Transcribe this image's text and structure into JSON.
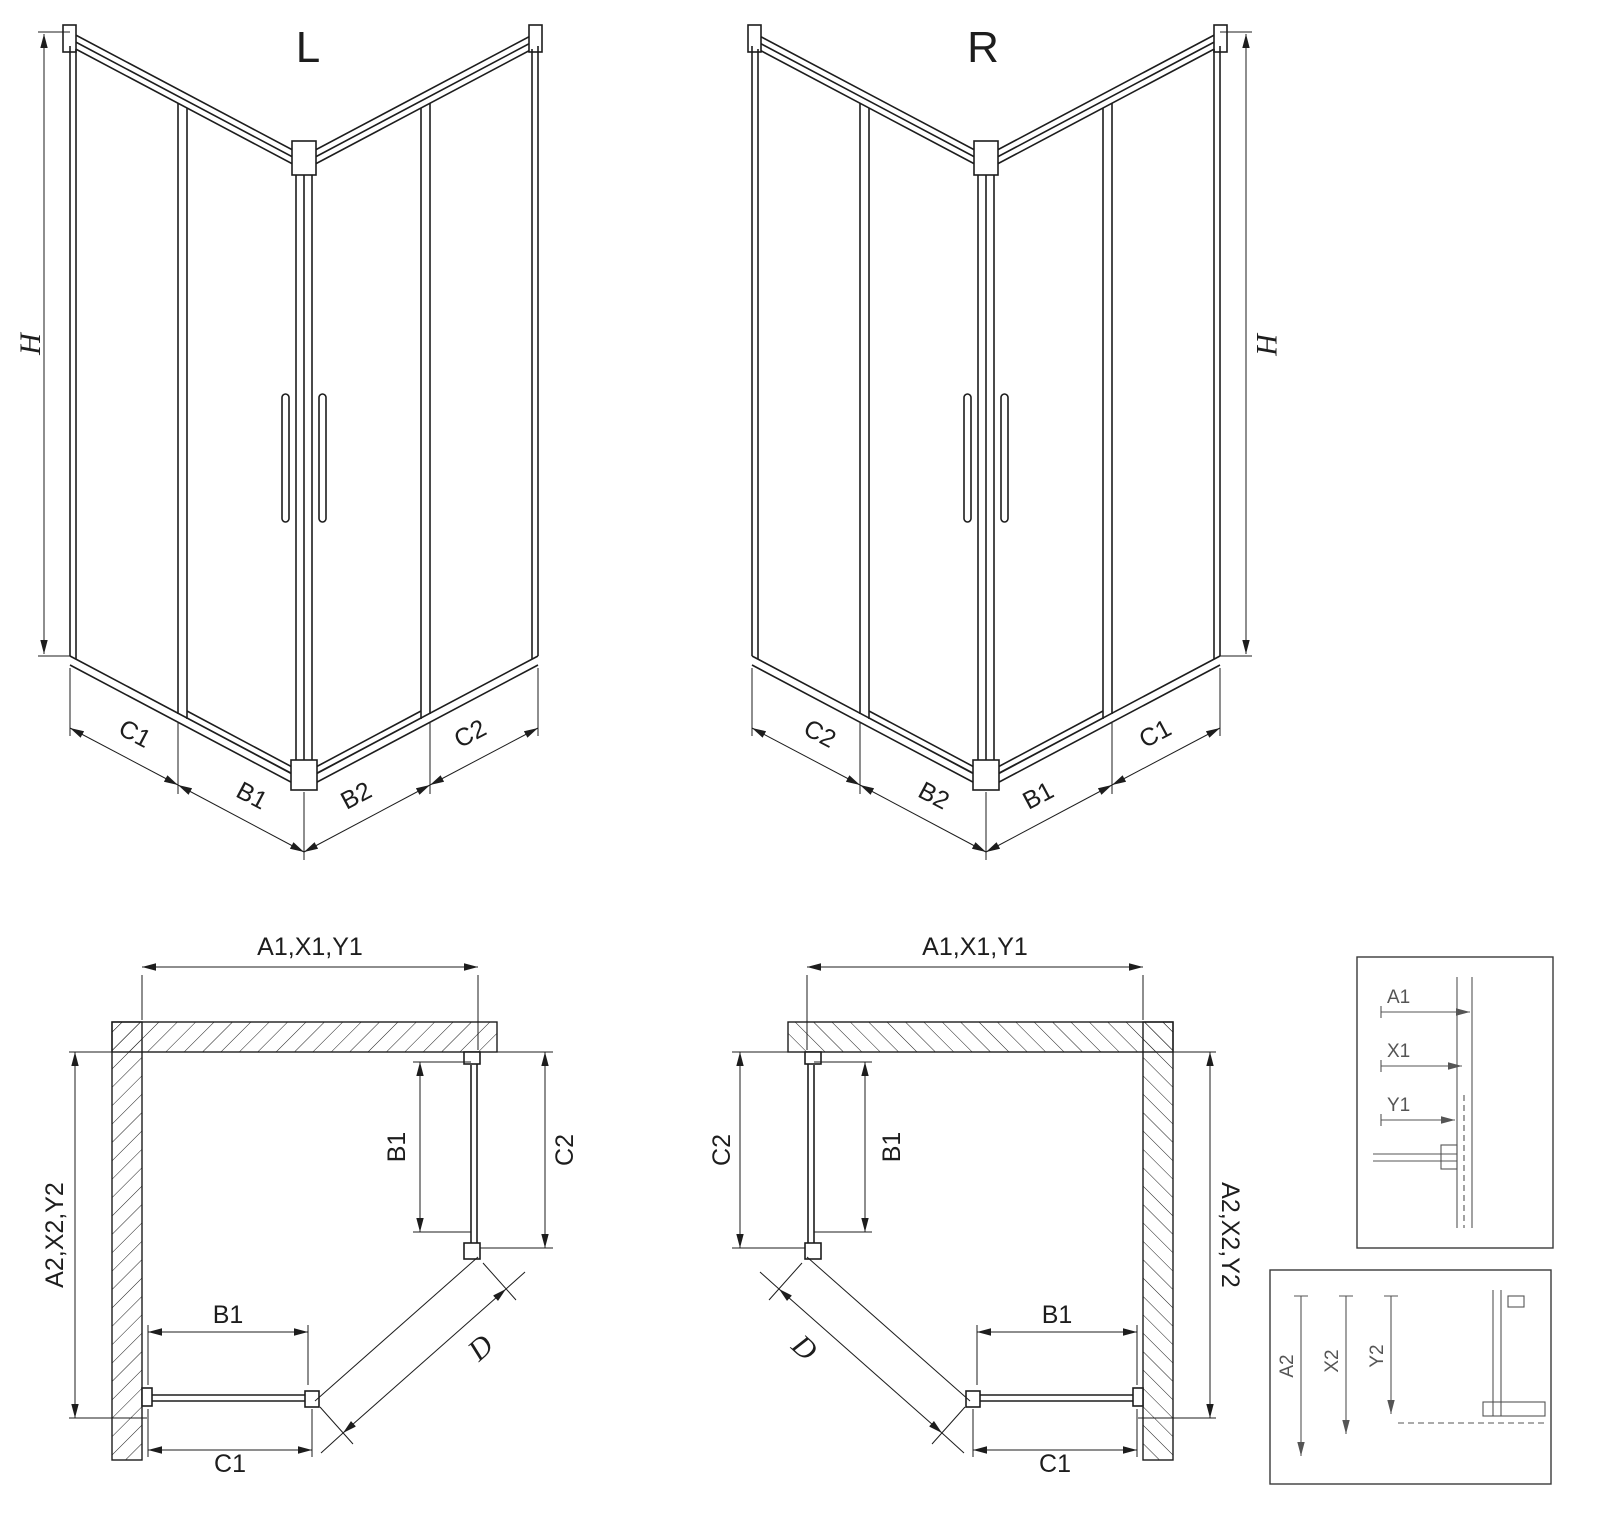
{
  "drawing": {
    "iso_left": {
      "title": "L",
      "h": "H",
      "c1": "C1",
      "b1": "B1",
      "b2": "B2",
      "c2": "C2"
    },
    "iso_right": {
      "title": "R",
      "h": "H",
      "c1": "C1",
      "b1": "B1",
      "b2": "B2",
      "c2": "C2"
    },
    "plan_left": {
      "width_top": "A1,X1,Y1",
      "depth_side": "A2,X2,Y2",
      "door_b1": "B1",
      "fixed_c2": "C2",
      "bottom_b1": "B1",
      "bottom_c1": "C1",
      "diagonal": "D"
    },
    "plan_right": {
      "width_top": "A1,X1,Y1",
      "depth_side": "A2,X2,Y2",
      "door_b1": "B1",
      "fixed_c2": "C2",
      "bottom_b1": "B1",
      "bottom_c1": "C1",
      "diagonal": "D"
    },
    "detail_width": {
      "a1": "A1",
      "x1": "X1",
      "y1": "Y1"
    },
    "detail_depth": {
      "a2": "A2",
      "x2": "X2",
      "y2": "Y2"
    },
    "colors": {
      "line": "#1d1d1d",
      "detail": "#555555",
      "background": "#ffffff"
    }
  }
}
